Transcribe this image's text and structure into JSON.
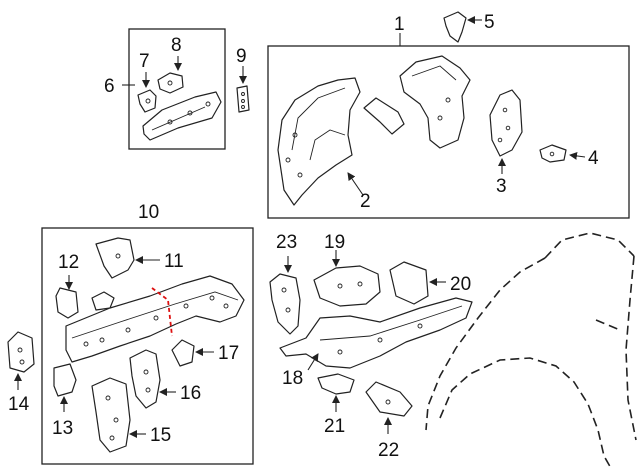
{
  "callouts": {
    "c1": "1",
    "c2": "2",
    "c3": "3",
    "c4": "4",
    "c5": "5",
    "c6": "6",
    "c7": "7",
    "c8": "8",
    "c9": "9",
    "c10": "10",
    "c11": "11",
    "c12": "12",
    "c13": "13",
    "c14": "14",
    "c15": "15",
    "c16": "16",
    "c17": "17",
    "c18": "18",
    "c19": "19",
    "c20": "20",
    "c21": "21",
    "c22": "22",
    "c23": "23"
  },
  "colors": {
    "line": "#222222",
    "highlight": "#dd1111"
  }
}
